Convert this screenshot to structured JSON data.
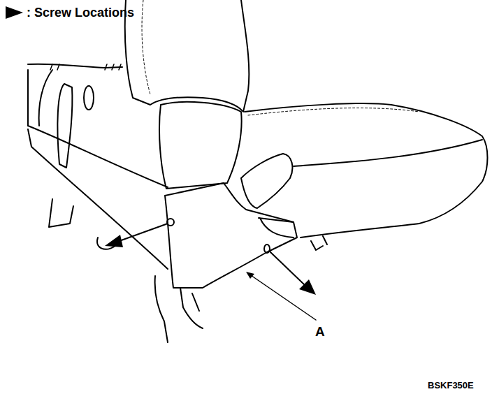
{
  "diagram": {
    "labels": [
      "A",
      "BSKF350E"
    ],
    "legend": [
      {
        "text": ": Screw Locations"
      }
    ]
  }
}
